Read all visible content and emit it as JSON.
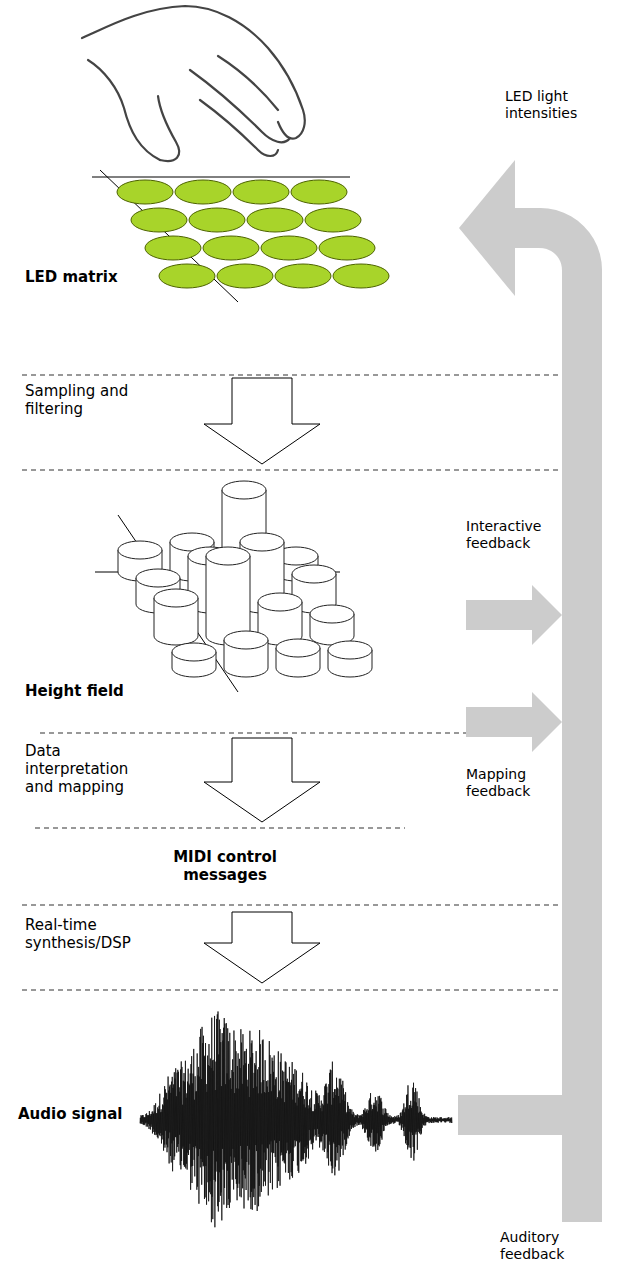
{
  "diagram": {
    "nodes": [
      {
        "text": [
          "LED matrix"
        ]
      },
      {
        "text": [
          "Height field"
        ]
      },
      {
        "text": [
          "MIDI control messages"
        ]
      },
      {
        "text": [
          "Audio signal"
        ]
      }
    ],
    "edges": [
      {
        "from": 0,
        "to": 1,
        "arrow": "to",
        "label": "Sampling and filtering"
      },
      {
        "from": 1,
        "to": 2,
        "arrow": "to",
        "label": "Data interpretation and mapping"
      },
      {
        "from": 2,
        "to": 3,
        "arrow": "to",
        "label": "Real-time synthesis/DSP"
      },
      {
        "from": 3,
        "to": 0,
        "arrow": "to"
      }
    ],
    "labels": [
      "LED light intensities",
      "Interactive feedback",
      "Mapping feedback",
      "Auditory feedback"
    ]
  }
}
